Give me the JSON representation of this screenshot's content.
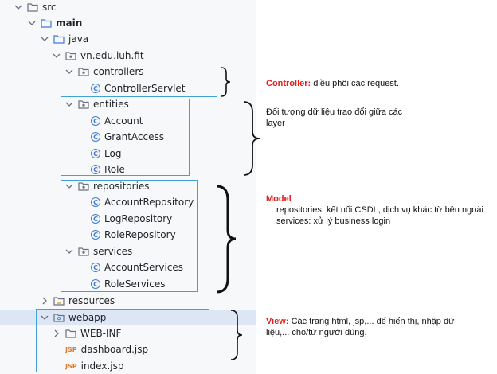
{
  "tree": {
    "src": "src",
    "main": "main",
    "java": "java",
    "pkg": "vn.edu.iuh.fit",
    "controllers": "controllers",
    "controller_servlet": "ControllerServlet",
    "entities": "entities",
    "account": "Account",
    "grant_access": "GrantAccess",
    "log": "Log",
    "role": "Role",
    "repositories": "repositories",
    "account_repository": "AccountRepository",
    "log_repository": "LogRepository",
    "role_repository": "RoleRepository",
    "services": "services",
    "account_services": "AccountServices",
    "role_services": "RoleServices",
    "resources": "resources",
    "webapp": "webapp",
    "web_inf": "WEB-INF",
    "dashboard": "dashboard.jsp",
    "index": "index.jsp"
  },
  "icons": {
    "class_letter": "C",
    "jsp_text": "JSP"
  },
  "notes": {
    "controller_title": "Controller:",
    "controller_text": "điều phối các request.",
    "entities_line1": "Đối tượng dữ liệu trao đổi giữa các",
    "entities_line2": "layer",
    "model_title": "Model",
    "model_line1": "repositories: kết nối CSDL, dịch vụ khác từ bên ngoài",
    "model_line2": "services: xử lý business login",
    "view_title": "View:",
    "view_line1": "Các trang html, jsp,... để hiển thị, nhập dữ",
    "view_line2": "liệu,... cho/từ người dùng."
  },
  "colors": {
    "accent": "#42a2d6",
    "annotation_red": "#e0201f",
    "class_icon": "#3e7bd6",
    "jsp_icon": "#e07a2a",
    "selected_row": "#dde6f5"
  }
}
